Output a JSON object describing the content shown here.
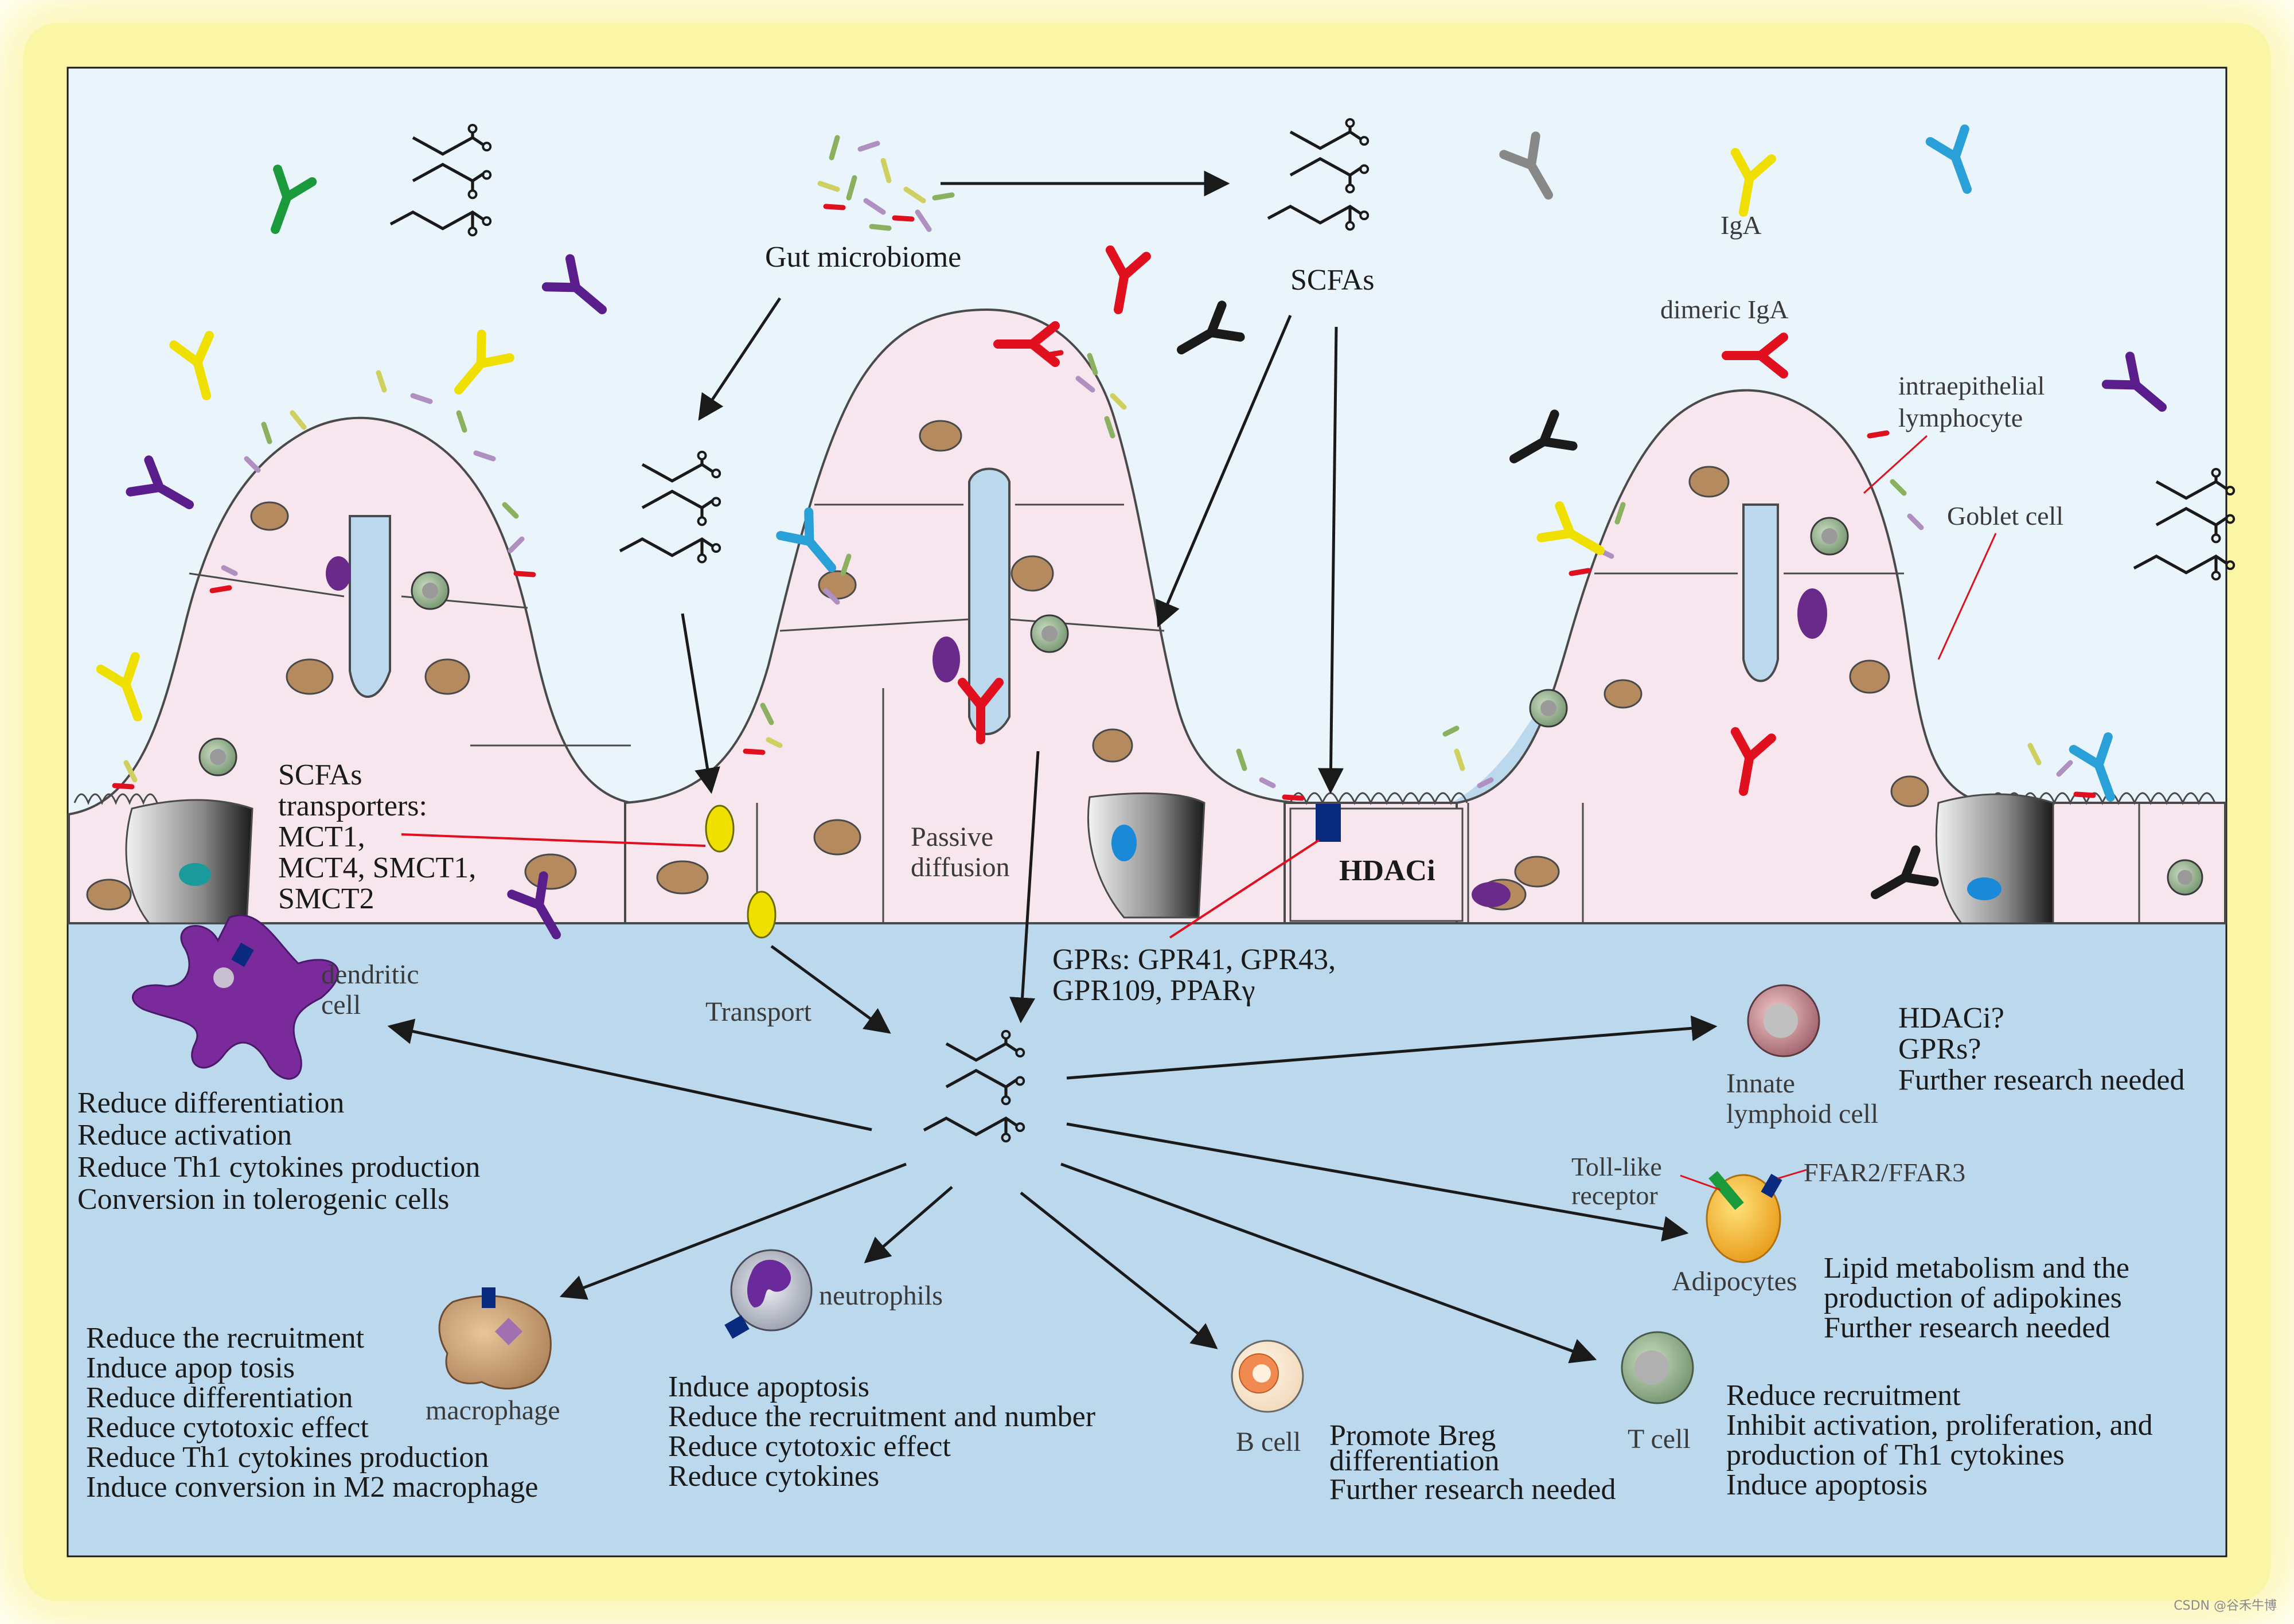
{
  "labels": {
    "gut_microbiome": "Gut microbiome",
    "scfas": "SCFAs",
    "iga": "IgA",
    "dimeric_iga": "dimeric IgA",
    "iel_1": "intraepithelial",
    "iel_2": "lymphocyte",
    "goblet": "Goblet cell",
    "transporters": [
      "SCFAs",
      "transporters:",
      "MCT1,",
      "MCT4, SMCT1,",
      "SMCT2"
    ],
    "passive_1": "Passive",
    "passive_2": "diffusion",
    "hdaci": "HDACi",
    "gprs_1": "GPRs: GPR41, GPR43,",
    "gprs_2": "GPR109, PPARγ",
    "transport": "Transport",
    "dendritic_1": "dendritic",
    "dendritic_2": "cell",
    "innate_1": "Innate",
    "innate_2": "lymphoid cell",
    "toll_1": "Toll-like",
    "toll_2": "receptor",
    "ffar": "FFAR2/FFAR3",
    "adipocytes": "Adipocytes",
    "neutrophils": "neutrophils",
    "macrophage": "macrophage",
    "b_cell": "B cell",
    "t_cell": "T cell"
  },
  "effects": {
    "dendritic": [
      "Reduce differentiation",
      "Reduce activation",
      "Reduce Th1 cytokines production",
      "Conversion in tolerogenic cells"
    ],
    "innate": [
      "HDACi?",
      "GPRs?",
      "Further research needed"
    ],
    "adipocytes": [
      "Lipid metabolism and the",
      "production of adipokines",
      "Further research needed"
    ],
    "macrophage": [
      "Reduce the recruitment",
      "Induce apop tosis",
      "Reduce differentiation",
      "Reduce cytotoxic effect",
      "Reduce Th1 cytokines production",
      "Induce conversion in M2 macrophage"
    ],
    "neutrophils": [
      "Induce apoptosis",
      "Reduce the recruitment and number",
      "Reduce cytotoxic effect",
      "Reduce cytokines"
    ],
    "b_cell": [
      "Promote Breg",
      "differentiation",
      "Further research needed"
    ],
    "t_cell": [
      "Reduce recruitment",
      "Inhibit activation, proliferation, and",
      "production of Th1 cytokines",
      "Induce apoptosis"
    ]
  },
  "watermark": "CSDN @谷禾牛博",
  "colors": {
    "lumen": "#eaf4fb",
    "lamina": "#bcd8ec",
    "cell": "#f8e6ee",
    "nucleus": "#b58a5e",
    "arrow": "#1a1a1a",
    "red_line": "#e0101f",
    "transporter": "#f0e000",
    "receptor": "#0a2a80"
  },
  "antibody_colors": [
    "#1a9a3a",
    "#f0e000",
    "#5a1e8c",
    "#2aa0d8",
    "#e0101f",
    "#1a1a1a",
    "#888888"
  ]
}
